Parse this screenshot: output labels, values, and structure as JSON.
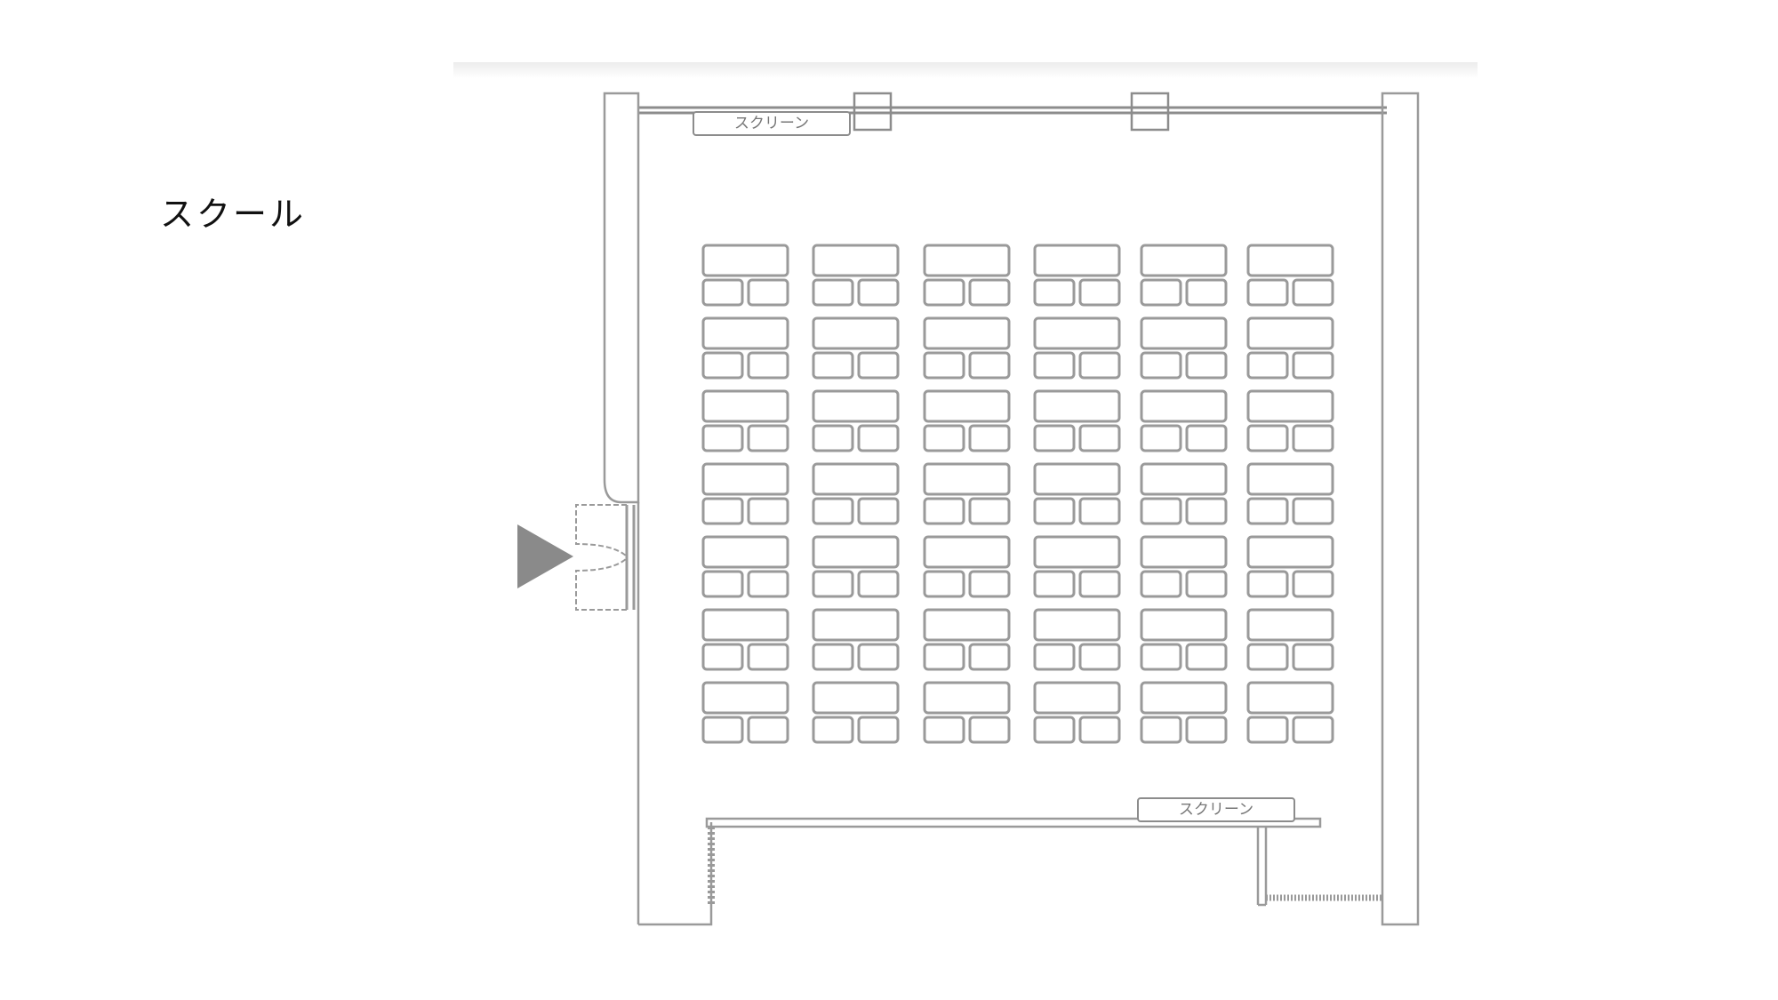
{
  "layout": {
    "title": "スクール"
  },
  "screens": [
    {
      "label": "スクリーン"
    },
    {
      "label": "スクリーン"
    }
  ],
  "seating": {
    "columns": 6,
    "rows": 7,
    "chairs_per_table": 2
  },
  "entrance": {
    "icon": "entrance-arrow-icon"
  },
  "colors": {
    "line": "#9a9a9a",
    "wall": "#8c8c8c",
    "arrow": "#8a8a8a"
  }
}
